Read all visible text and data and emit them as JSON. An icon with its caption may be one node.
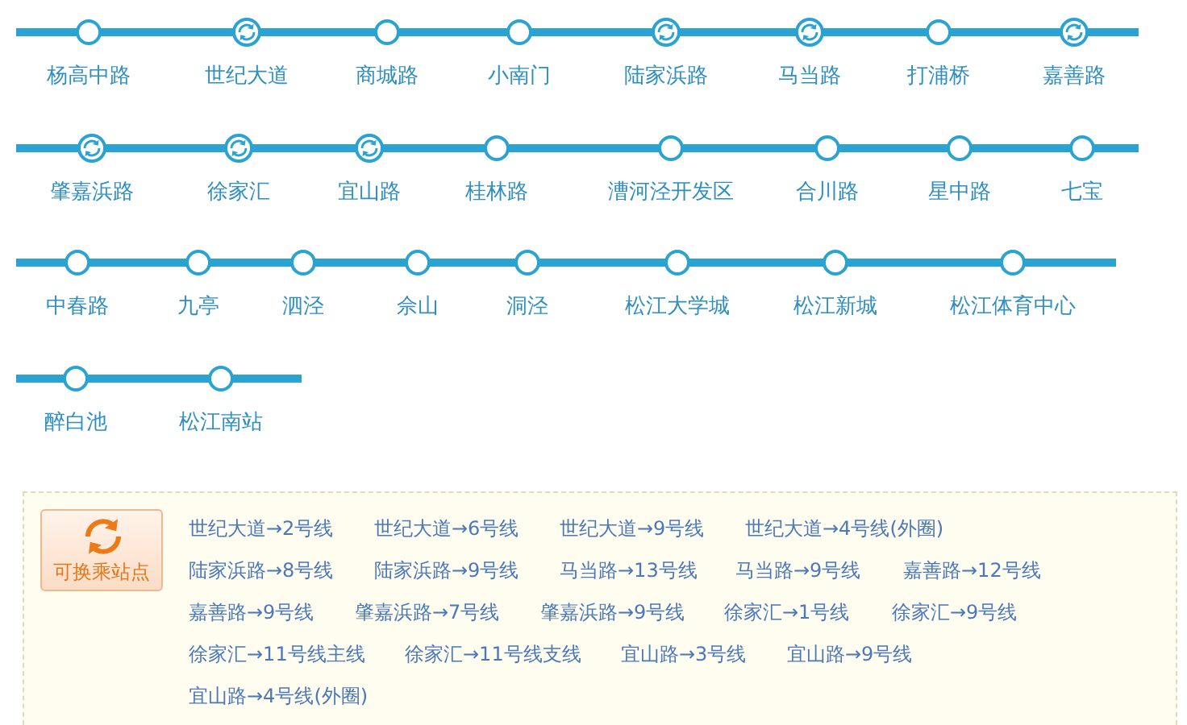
{
  "diagram": {
    "nodes": [
      {
        "text": [
          "杨高中路"
        ]
      },
      {
        "text": [
          "世纪大道"
        ]
      },
      {
        "text": [
          "商城路"
        ]
      },
      {
        "text": [
          "小南门"
        ]
      },
      {
        "text": [
          "陆家浜路"
        ]
      },
      {
        "text": [
          "马当路"
        ]
      },
      {
        "text": [
          "打浦桥"
        ]
      },
      {
        "text": [
          "嘉善路"
        ]
      },
      {
        "text": [
          "肇嘉浜路"
        ]
      },
      {
        "text": [
          "徐家汇"
        ]
      },
      {
        "text": [
          "宜山路"
        ]
      },
      {
        "text": [
          "桂林路"
        ]
      },
      {
        "text": [
          "漕河泾开发区"
        ]
      },
      {
        "text": [
          "合川路"
        ]
      },
      {
        "text": [
          "星中路"
        ]
      },
      {
        "text": [
          "七宝"
        ]
      },
      {
        "text": [
          "中春路"
        ]
      },
      {
        "text": [
          "九亭"
        ]
      },
      {
        "text": [
          "泗泾"
        ]
      },
      {
        "text": [
          "佘山"
        ]
      },
      {
        "text": [
          "洞泾"
        ]
      },
      {
        "text": [
          "松江大学城"
        ]
      },
      {
        "text": [
          "松江新城"
        ]
      },
      {
        "text": [
          "松江体育中心"
        ]
      },
      {
        "text": [
          "醉白池"
        ]
      },
      {
        "text": [
          "松江南站"
        ]
      }
    ],
    "edges": [
      {
        "from": null,
        "to": 0,
        "arrow": "none"
      },
      {
        "from": 0,
        "to": 1,
        "arrow": "none"
      },
      {
        "from": 1,
        "to": 2,
        "arrow": "none"
      },
      {
        "from": 2,
        "to": 3,
        "arrow": "none"
      },
      {
        "from": 3,
        "to": 4,
        "arrow": "none"
      },
      {
        "from": 4,
        "to": 5,
        "arrow": "none"
      },
      {
        "from": 5,
        "to": 6,
        "arrow": "none"
      },
      {
        "from": 6,
        "to": 7,
        "arrow": "none"
      },
      {
        "from": 7,
        "to": null,
        "arrow": "none"
      },
      {
        "from": null,
        "to": 8,
        "arrow": "none"
      },
      {
        "from": 8,
        "to": 9,
        "arrow": "none"
      },
      {
        "from": 9,
        "to": 10,
        "arrow": "none"
      },
      {
        "from": 10,
        "to": 11,
        "arrow": "none"
      },
      {
        "from": 11,
        "to": 12,
        "arrow": "none"
      },
      {
        "from": 12,
        "to": 13,
        "arrow": "none"
      },
      {
        "from": 13,
        "to": 14,
        "arrow": "none"
      },
      {
        "from": 14,
        "to": 15,
        "arrow": "none"
      },
      {
        "from": 15,
        "to": null,
        "arrow": "none"
      },
      {
        "from": null,
        "to": 16,
        "arrow": "none"
      },
      {
        "from": 16,
        "to": 17,
        "arrow": "none"
      },
      {
        "from": 17,
        "to": 18,
        "arrow": "none"
      },
      {
        "from": 18,
        "to": 19,
        "arrow": "none"
      },
      {
        "from": 19,
        "to": 20,
        "arrow": "none"
      },
      {
        "from": 20,
        "to": 21,
        "arrow": "none"
      },
      {
        "from": 21,
        "to": 22,
        "arrow": "none"
      },
      {
        "from": 22,
        "to": 23,
        "arrow": "none"
      },
      {
        "from": 23,
        "to": null,
        "arrow": "none"
      },
      {
        "from": null,
        "to": 24,
        "arrow": "none"
      },
      {
        "from": 24,
        "to": 25,
        "arrow": "none"
      },
      {
        "from": 25,
        "to": null,
        "arrow": "none"
      }
    ],
    "labels": [
      "世纪大道→2号线",
      "世纪大道→6号线",
      "世纪大道→9号线",
      "世纪大道→4号线(外圈)",
      "陆家浜路→8号线",
      "陆家浜路→9号线",
      "马当路→13号线",
      "马当路→9号线",
      "嘉善路→12号线",
      "嘉善路→9号线",
      "肇嘉浜路→7号线",
      "肇嘉浜路→9号线",
      "徐家汇→1号线",
      "徐家汇→9号线",
      "徐家汇→11号线主线",
      "徐家汇→11号线支线",
      "宜山路→3号线",
      "宜山路→9号线",
      "宜山路→4号线(外圈)"
    ],
    "legend": [
      {
        "text": "可换乘站点"
      }
    ]
  }
}
